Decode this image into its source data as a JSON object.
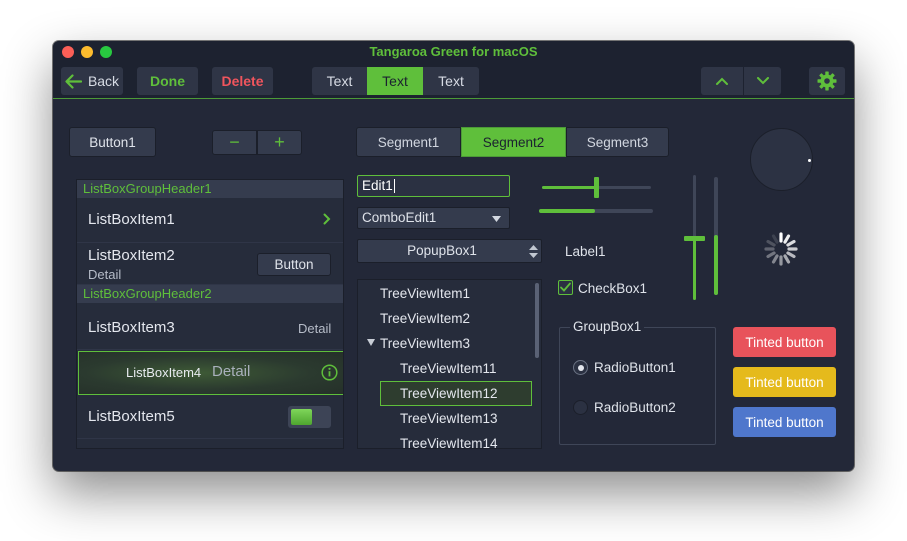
{
  "window": {
    "title": "Tangaroa Green for macOS"
  },
  "toolbar": {
    "back_label": "Back",
    "done_label": "Done",
    "delete_label": "Delete",
    "text_tabs": [
      "Text",
      "Text",
      "Text"
    ],
    "selected_text_tab": 1
  },
  "left": {
    "button1": "Button1",
    "minus": "−",
    "plus": "+"
  },
  "listbox": {
    "header1": "ListBoxGroupHeader1",
    "header2": "ListBoxGroupHeader2",
    "item1": "ListBoxItem1",
    "item2": "ListBoxItem2",
    "item2_detail": "Detail",
    "item2_button": "Button",
    "item3": "ListBoxItem3",
    "item3_detail": "Detail",
    "item4": "ListBoxItem4",
    "item4_detail": "Detail",
    "item5": "ListBoxItem5"
  },
  "segments": {
    "labels": [
      "Segment1",
      "Segment2",
      "Segment3"
    ],
    "selected": 1
  },
  "inputs": {
    "edit1_value": "Edit1",
    "comboedit1_value": "ComboEdit1",
    "popupbox1_value": "PopupBox1"
  },
  "tree": {
    "items": [
      "TreeViewItem1",
      "TreeViewItem2",
      "TreeViewItem3",
      "TreeViewItem11",
      "TreeViewItem12",
      "TreeViewItem13",
      "TreeViewItem14"
    ]
  },
  "controls": {
    "label1": "Label1",
    "checkbox1": "CheckBox1",
    "checkbox1_checked": true,
    "groupbox1": "GroupBox1",
    "radio1": "RadioButton1",
    "radio2": "RadioButton2",
    "radio1_selected": true
  },
  "tinted": {
    "red_label": "Tinted button",
    "yellow_label": "Tinted button",
    "blue_label": "Tinted button",
    "red_color": "#e8535b",
    "yellow_color": "#e5ba1c",
    "blue_color": "#4f77cc"
  },
  "colors": {
    "accent": "#5fbf3b",
    "window_bg": "#232838",
    "delete_text": "#f0555d"
  }
}
